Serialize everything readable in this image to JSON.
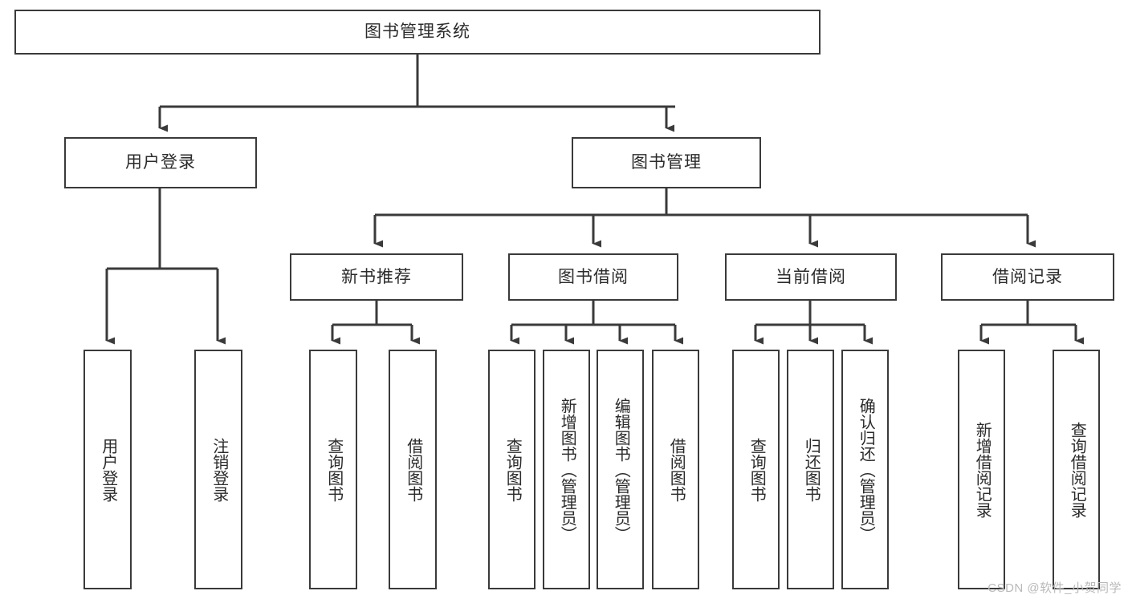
{
  "diagram": {
    "title": "图书管理系统",
    "type": "tree-hierarchy",
    "watermark": "CSDN @软件_小贺同学",
    "colors": {
      "background": "#ffffff",
      "box_border": "#3a3a3a",
      "box_fill": "#ffffff",
      "text": "#2b2b2b",
      "connector": "#3a3a3a",
      "watermark": "#b9b9b9"
    },
    "root": {
      "label": "图书管理系统"
    },
    "level2": [
      {
        "label": "用户登录"
      },
      {
        "label": "图书管理"
      }
    ],
    "level3": [
      {
        "label": "新书推荐"
      },
      {
        "label": "图书借阅"
      },
      {
        "label": "当前借阅"
      },
      {
        "label": "借阅记录"
      }
    ],
    "leaves": {
      "user_login": [
        {
          "label": "用户登录"
        },
        {
          "label": "注销登录"
        }
      ],
      "new_book_recommend": [
        {
          "label": "查询图书"
        },
        {
          "label": "借阅图书"
        }
      ],
      "book_borrow": [
        {
          "label": "查询图书"
        },
        {
          "label": "新增图书（管理员）"
        },
        {
          "label": "编辑图书（管理员）"
        },
        {
          "label": "借阅图书"
        }
      ],
      "current_borrow": [
        {
          "label": "查询图书"
        },
        {
          "label": "归还图书"
        },
        {
          "label": "确认归还（管理员）"
        }
      ],
      "borrow_record": [
        {
          "label": "新增借阅记录"
        },
        {
          "label": "查询借阅记录"
        }
      ]
    }
  }
}
